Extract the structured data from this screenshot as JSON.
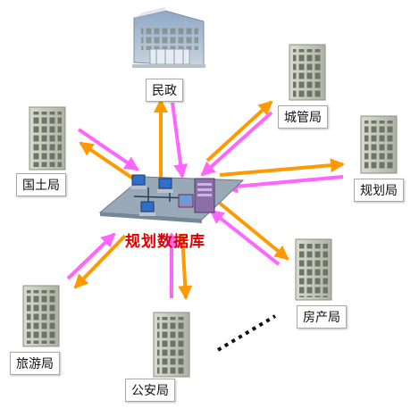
{
  "hub": {
    "title": "规划数据库"
  },
  "nodes": {
    "minzheng": "民政",
    "chengguan": "城管局",
    "guotu": "国土局",
    "guihua": "规划局",
    "fangchan": "房产局",
    "lvyou": "旅游局",
    "gongan": "公安局"
  },
  "colors": {
    "arrow_orange": "#ff9900",
    "arrow_magenta": "#ff66ff",
    "hub_text": "#e00000",
    "platform": "#9aa9b8",
    "building_wall": "#c8cbbd"
  }
}
